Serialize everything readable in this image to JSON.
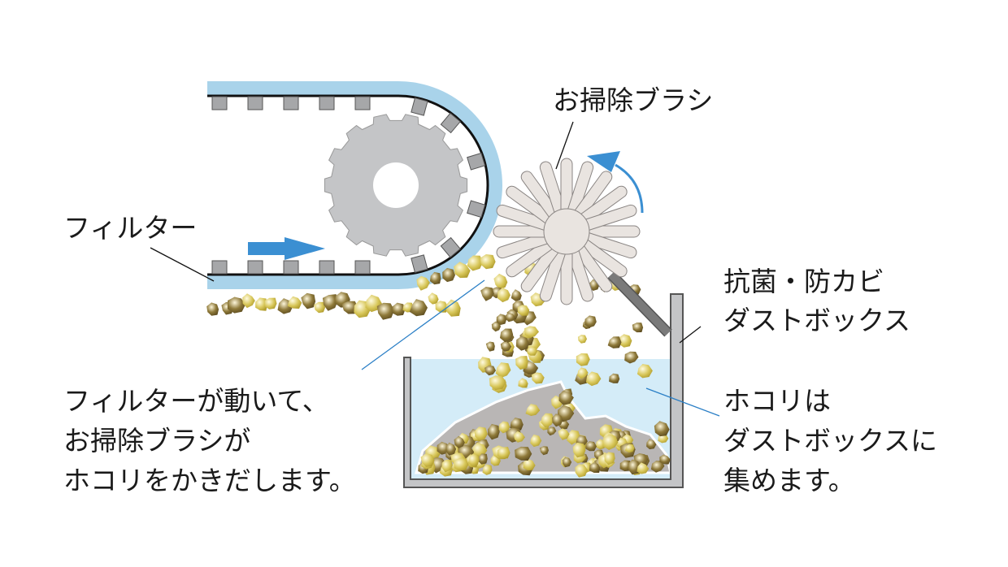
{
  "labels": {
    "brush": "お掃除ブラシ",
    "filter": "フィルター",
    "box_line1": "抗菌・防カビ",
    "box_line2": "ダストボックス",
    "left_caption": [
      "フィルターが動いて、",
      "お掃除ブラシが",
      "ホコリをかきだします。"
    ],
    "right_caption": [
      "ホコリは",
      "ダストボックスに",
      "集めます。"
    ]
  },
  "colors": {
    "belt": "#a9d3ea",
    "gear": "#c4c5c7",
    "arrow": "#3b8fd2",
    "brush": "#e9e4e0",
    "dust": "#cdbf5a",
    "box_water": "#d4ecf8"
  }
}
